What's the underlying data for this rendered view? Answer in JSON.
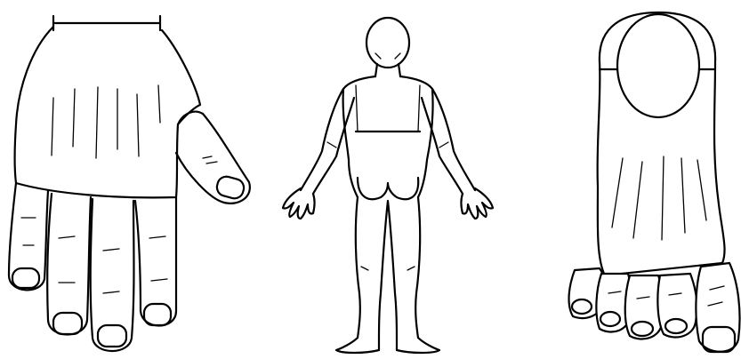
{
  "figure": {
    "panels": [
      "hand",
      "body",
      "foot"
    ],
    "line_color": "#000000",
    "background_color": "#ffffff"
  }
}
